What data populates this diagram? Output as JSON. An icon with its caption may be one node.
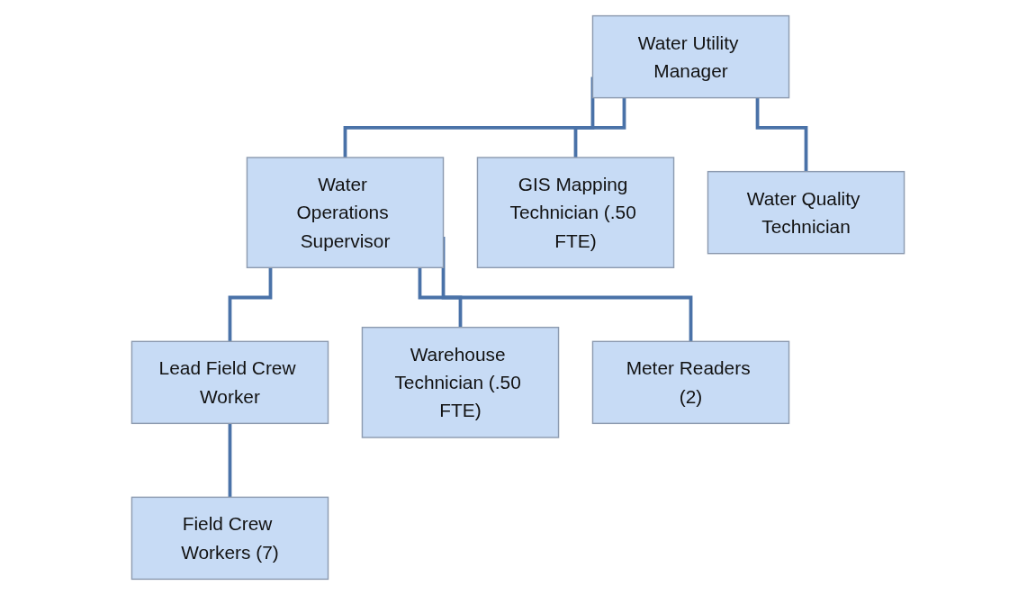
{
  "diagram": {
    "nodes": [
      {
        "text": [
          "Water Utility Manager"
        ]
      },
      {
        "text": [
          "Water Operations Supervisor"
        ]
      },
      {
        "text": [
          "GIS Mapping Technician (.50 FTE)"
        ]
      },
      {
        "text": [
          "Water Quality Technician"
        ]
      },
      {
        "text": [
          "Lead Field Crew Worker"
        ]
      },
      {
        "text": [
          "Warehouse Technician (.50 FTE)"
        ]
      },
      {
        "text": [
          "Meter Readers (2)"
        ]
      },
      {
        "text": [
          "Field Crew Workers (7)"
        ]
      }
    ],
    "edges": [
      {
        "from": 0,
        "to": 1,
        "arrow": "none"
      },
      {
        "from": 0,
        "to": 2,
        "arrow": "none"
      },
      {
        "from": 0,
        "to": 3,
        "arrow": "none"
      },
      {
        "from": 1,
        "to": 4,
        "arrow": "none"
      },
      {
        "from": 1,
        "to": 5,
        "arrow": "none"
      },
      {
        "from": 1,
        "to": 6,
        "arrow": "none"
      },
      {
        "from": 4,
        "to": 7,
        "arrow": "none"
      }
    ]
  }
}
